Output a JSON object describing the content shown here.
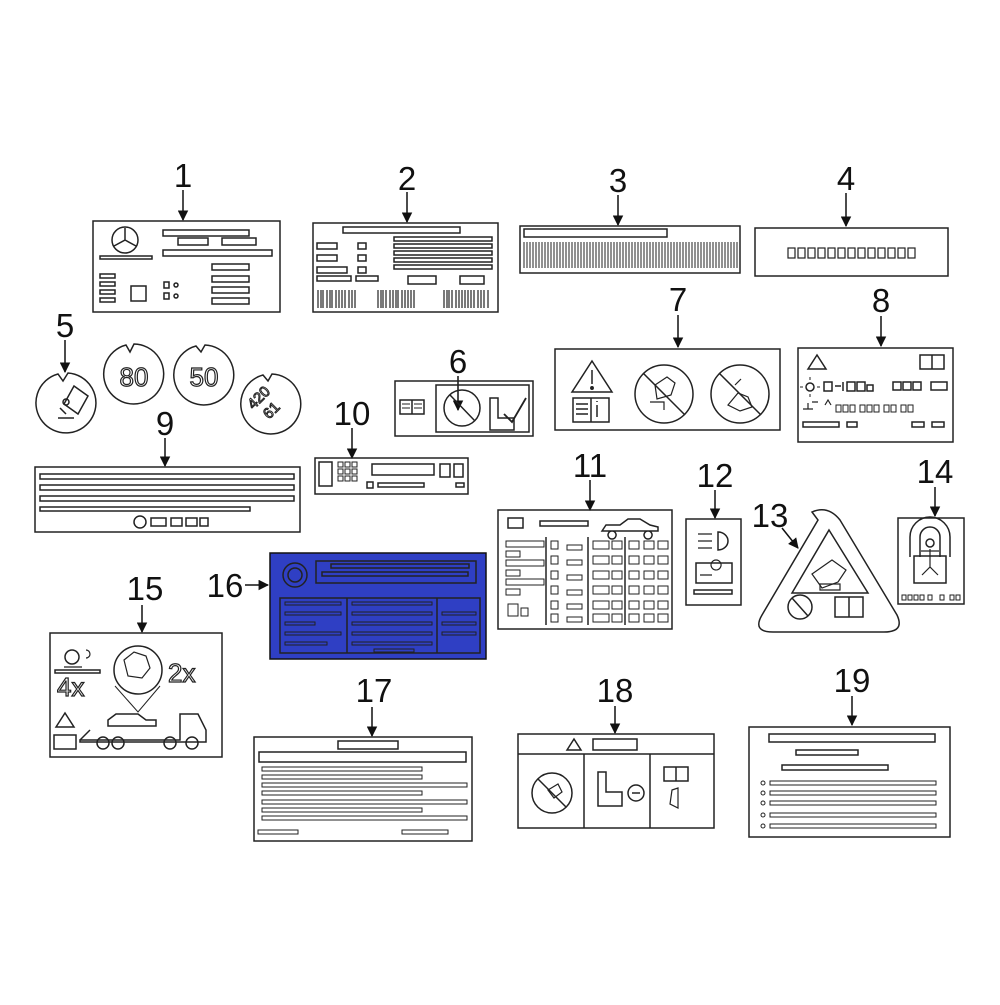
{
  "callouts": [
    "1",
    "2",
    "3",
    "4",
    "5",
    "6",
    "7",
    "8",
    "9",
    "10",
    "11",
    "12",
    "13",
    "14",
    "15",
    "16",
    "17",
    "18",
    "19"
  ],
  "highlight_color": "#2f3fc4",
  "speed_signs": [
    "80",
    "50",
    "420",
    "61"
  ],
  "multipliers": [
    "4x",
    "2x"
  ],
  "icons": {
    "logo": "three-pointed-star-icon",
    "warning": "warning-triangle-icon",
    "manual": "owner-manual-icon",
    "prohibited": "prohibition-icon",
    "child_seat": "child-seat-icon",
    "headlight": "headlight-icon",
    "car": "car-icon",
    "truck": "tow-truck-icon",
    "tire": "tire-icon"
  }
}
